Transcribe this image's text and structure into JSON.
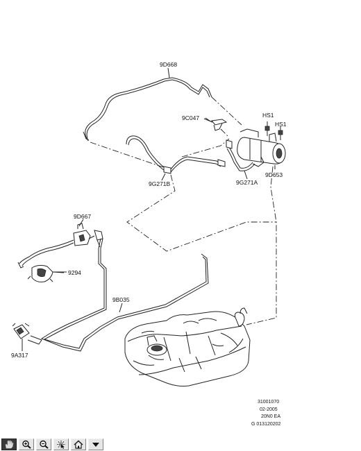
{
  "diagram": {
    "labels": {
      "p9D668": "9D668",
      "p9C047": "9C047",
      "pHS1a": "HS1",
      "pHS1b": "HS1",
      "p9D653": "9D653",
      "p9G271B": "9G271B",
      "p9G271A": "9G271A",
      "p9D667": "9D667",
      "p9294": "9294",
      "p9B035": "9B035",
      "p9A317": "9A317"
    },
    "reference_block": [
      "31001070",
      "02-2005",
      "20N0 EA",
      "G 013120202"
    ]
  },
  "toolbar": {
    "buttons": [
      {
        "name": "pan-tool-button",
        "icon": "hand-icon",
        "active": true
      },
      {
        "name": "zoom-in-button",
        "icon": "zoom-in-icon"
      },
      {
        "name": "zoom-out-button",
        "icon": "zoom-out-icon"
      },
      {
        "name": "select-tool-button",
        "icon": "cursor-icon"
      },
      {
        "name": "home-button",
        "icon": "home-icon"
      },
      {
        "name": "menu-dropdown-button",
        "icon": "triangle-down-icon"
      }
    ]
  }
}
